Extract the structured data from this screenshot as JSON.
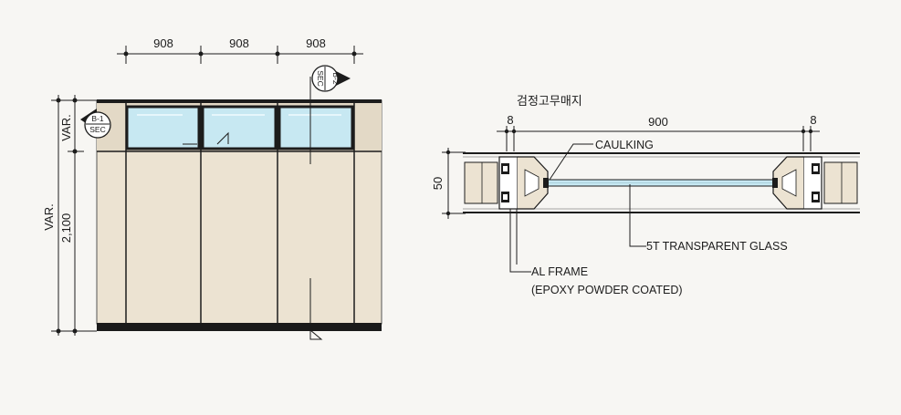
{
  "elevation": {
    "top_dimensions": [
      "908",
      "908",
      "908"
    ],
    "left_dimensions": {
      "top": "VAR.",
      "bottom_var": "VAR.",
      "bottom_height": "2,100"
    },
    "section_marker_left": {
      "top": "B-1",
      "bottom": "SEC"
    },
    "section_marker_right": {
      "top": "B-2",
      "bottom": "SEC"
    }
  },
  "detail": {
    "title": "검정고무매지",
    "top_dimensions": {
      "left": "8",
      "middle": "900",
      "right": "8"
    },
    "left_dimension": "50",
    "callouts": {
      "caulking": "CAULKING",
      "glass": "5T TRANSPARENT GLASS",
      "frame_line1": "AL FRAME",
      "frame_line2": "(EPOXY POWDER COATED)"
    }
  },
  "colors": {
    "panel": "#ece3d2",
    "glass": "#c7e8f2",
    "line": "#1c1c1c",
    "floor": "#1a1a1a",
    "background": "#f7f6f3"
  }
}
